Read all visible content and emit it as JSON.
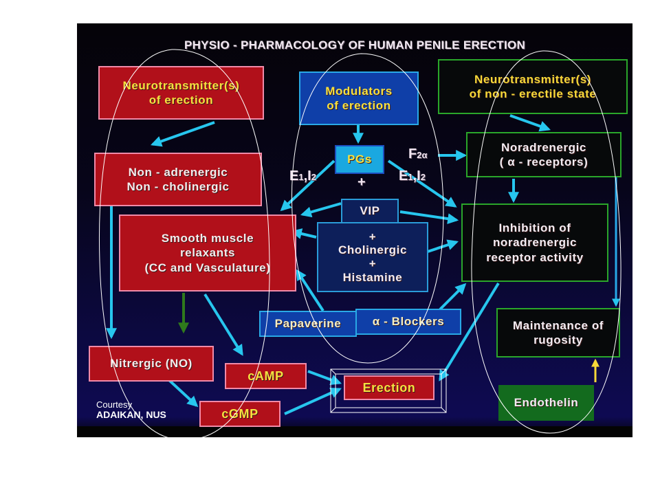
{
  "title": "PHYSIO - PHARMACOLOGY OF HUMAN PENILE ERECTION",
  "colors": {
    "arrow": "#27c6ee",
    "red_box": "#b1101a",
    "blue_box": "#0f3fa8",
    "green_border": "#2aa62a",
    "yellow_text": "#f6e040"
  },
  "nodes": {
    "nt_erection": [
      "Neurotransmitter(s)",
      "of erection"
    ],
    "nanc": [
      "Non - adrenergic",
      "Non - cholinergic"
    ],
    "smooth_muscle": [
      "Smooth muscle",
      "relaxants",
      "(CC and Vasculature)"
    ],
    "modulators": [
      "Modulators",
      "of erection"
    ],
    "pgs": "PGs",
    "vip": "VIP",
    "vip_group": [
      "+",
      "Cholinergic",
      "+",
      "Histamine"
    ],
    "papaverine": "Papaverine",
    "alpha_blockers": "α - Blockers",
    "nt_non_erectile": [
      "Neurotransmitter(s)",
      "of non - erectile state"
    ],
    "noradrenergic": [
      "Noradrenergic",
      "( α - receptors)"
    ],
    "inhibition": [
      "Inhibition of",
      "noradrenergic",
      "receptor activity"
    ],
    "rugosity": [
      "Maintenance of",
      "rugosity"
    ],
    "endothelin": "Endothelin",
    "nitrergic": "Nitrergic (NO)",
    "camp": "cAMP",
    "cgmp": "cGMP",
    "erection": "Erection"
  },
  "labels": {
    "e1_left": {
      "main1": "E",
      "sub1": "1",
      "sep": ",",
      "main2": "I",
      "sub2": "2"
    },
    "e1_right": {
      "main1": "E",
      "sub1": "1",
      "sep": ",",
      "main2": "I",
      "sub2": "2"
    },
    "plus": "+",
    "f2a": {
      "main": "F",
      "sub": "2α"
    }
  },
  "courtesy": {
    "line1": "Courtesy",
    "line2": "ADAIKAN, NUS"
  }
}
